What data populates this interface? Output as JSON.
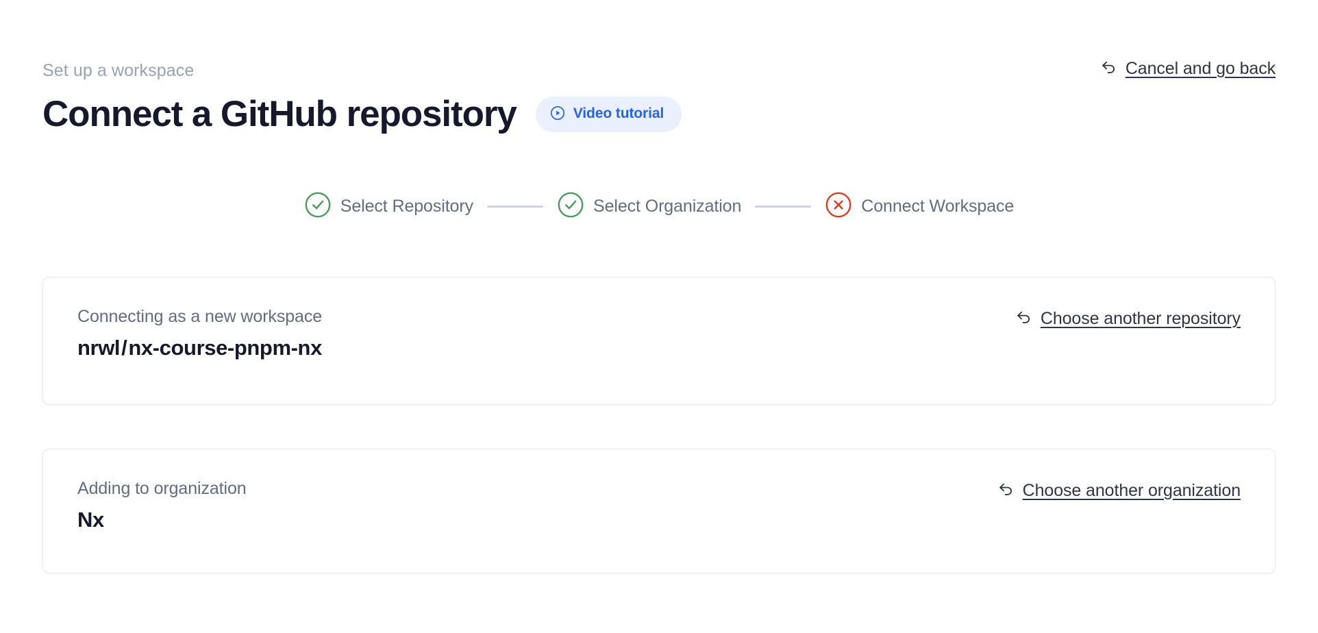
{
  "header": {
    "breadcrumb": "Set up a workspace",
    "title": "Connect a GitHub repository",
    "video_badge_label": "Video tutorial",
    "video_badge_icon": "play-circle-icon",
    "cancel_label": "Cancel and go back",
    "cancel_icon": "arrow-uturn-left-icon"
  },
  "stepper": {
    "steps": [
      {
        "label": "Select Repository",
        "state": "complete",
        "icon": "check-circle-icon",
        "color": "#4a9a5c"
      },
      {
        "label": "Select Organization",
        "state": "complete",
        "icon": "check-circle-icon",
        "color": "#4a9a5c"
      },
      {
        "label": "Connect Workspace",
        "state": "error",
        "icon": "x-circle-icon",
        "color": "#dd3c20"
      }
    ],
    "connector_color": "#ccd2e0"
  },
  "cards": {
    "repository": {
      "caption": "Connecting as a new workspace",
      "owner": "nrwl",
      "separator": "/",
      "name": "nx-course-pnpm-nx",
      "link_label": "Choose another repository",
      "link_icon": "arrow-uturn-left-icon"
    },
    "organization": {
      "caption": "Adding to organization",
      "value": "Nx",
      "link_label": "Choose another organization",
      "link_icon": "arrow-uturn-left-icon"
    }
  },
  "colors": {
    "accent_blue": "#2563eb",
    "badge_background": "#eaf0fd",
    "success_green": "#4a9a5c",
    "error_red": "#dd3c20",
    "muted_text": "#636b85",
    "breadcrumb_text": "#97a2b6",
    "heading_text": "#16182b",
    "card_border": "#e7e9f2"
  }
}
